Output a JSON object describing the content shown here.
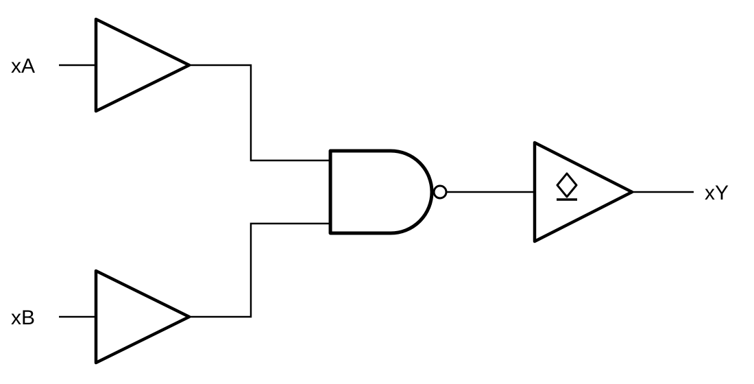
{
  "diagram": {
    "type": "logic-circuit",
    "description": "Two buffered inputs driving a 2-input NAND gate whose output feeds an open-drain output buffer",
    "labels": {
      "input_a": "xA",
      "input_b": "xB",
      "output": "xY"
    },
    "components": [
      {
        "name": "input-buffer-a",
        "kind": "buffer"
      },
      {
        "name": "input-buffer-b",
        "kind": "buffer"
      },
      {
        "name": "nand-gate",
        "kind": "nand",
        "inputs": 2
      },
      {
        "name": "output-buffer",
        "kind": "open-drain-buffer"
      }
    ],
    "colors": {
      "stroke": "#000000",
      "background": "#ffffff"
    }
  }
}
